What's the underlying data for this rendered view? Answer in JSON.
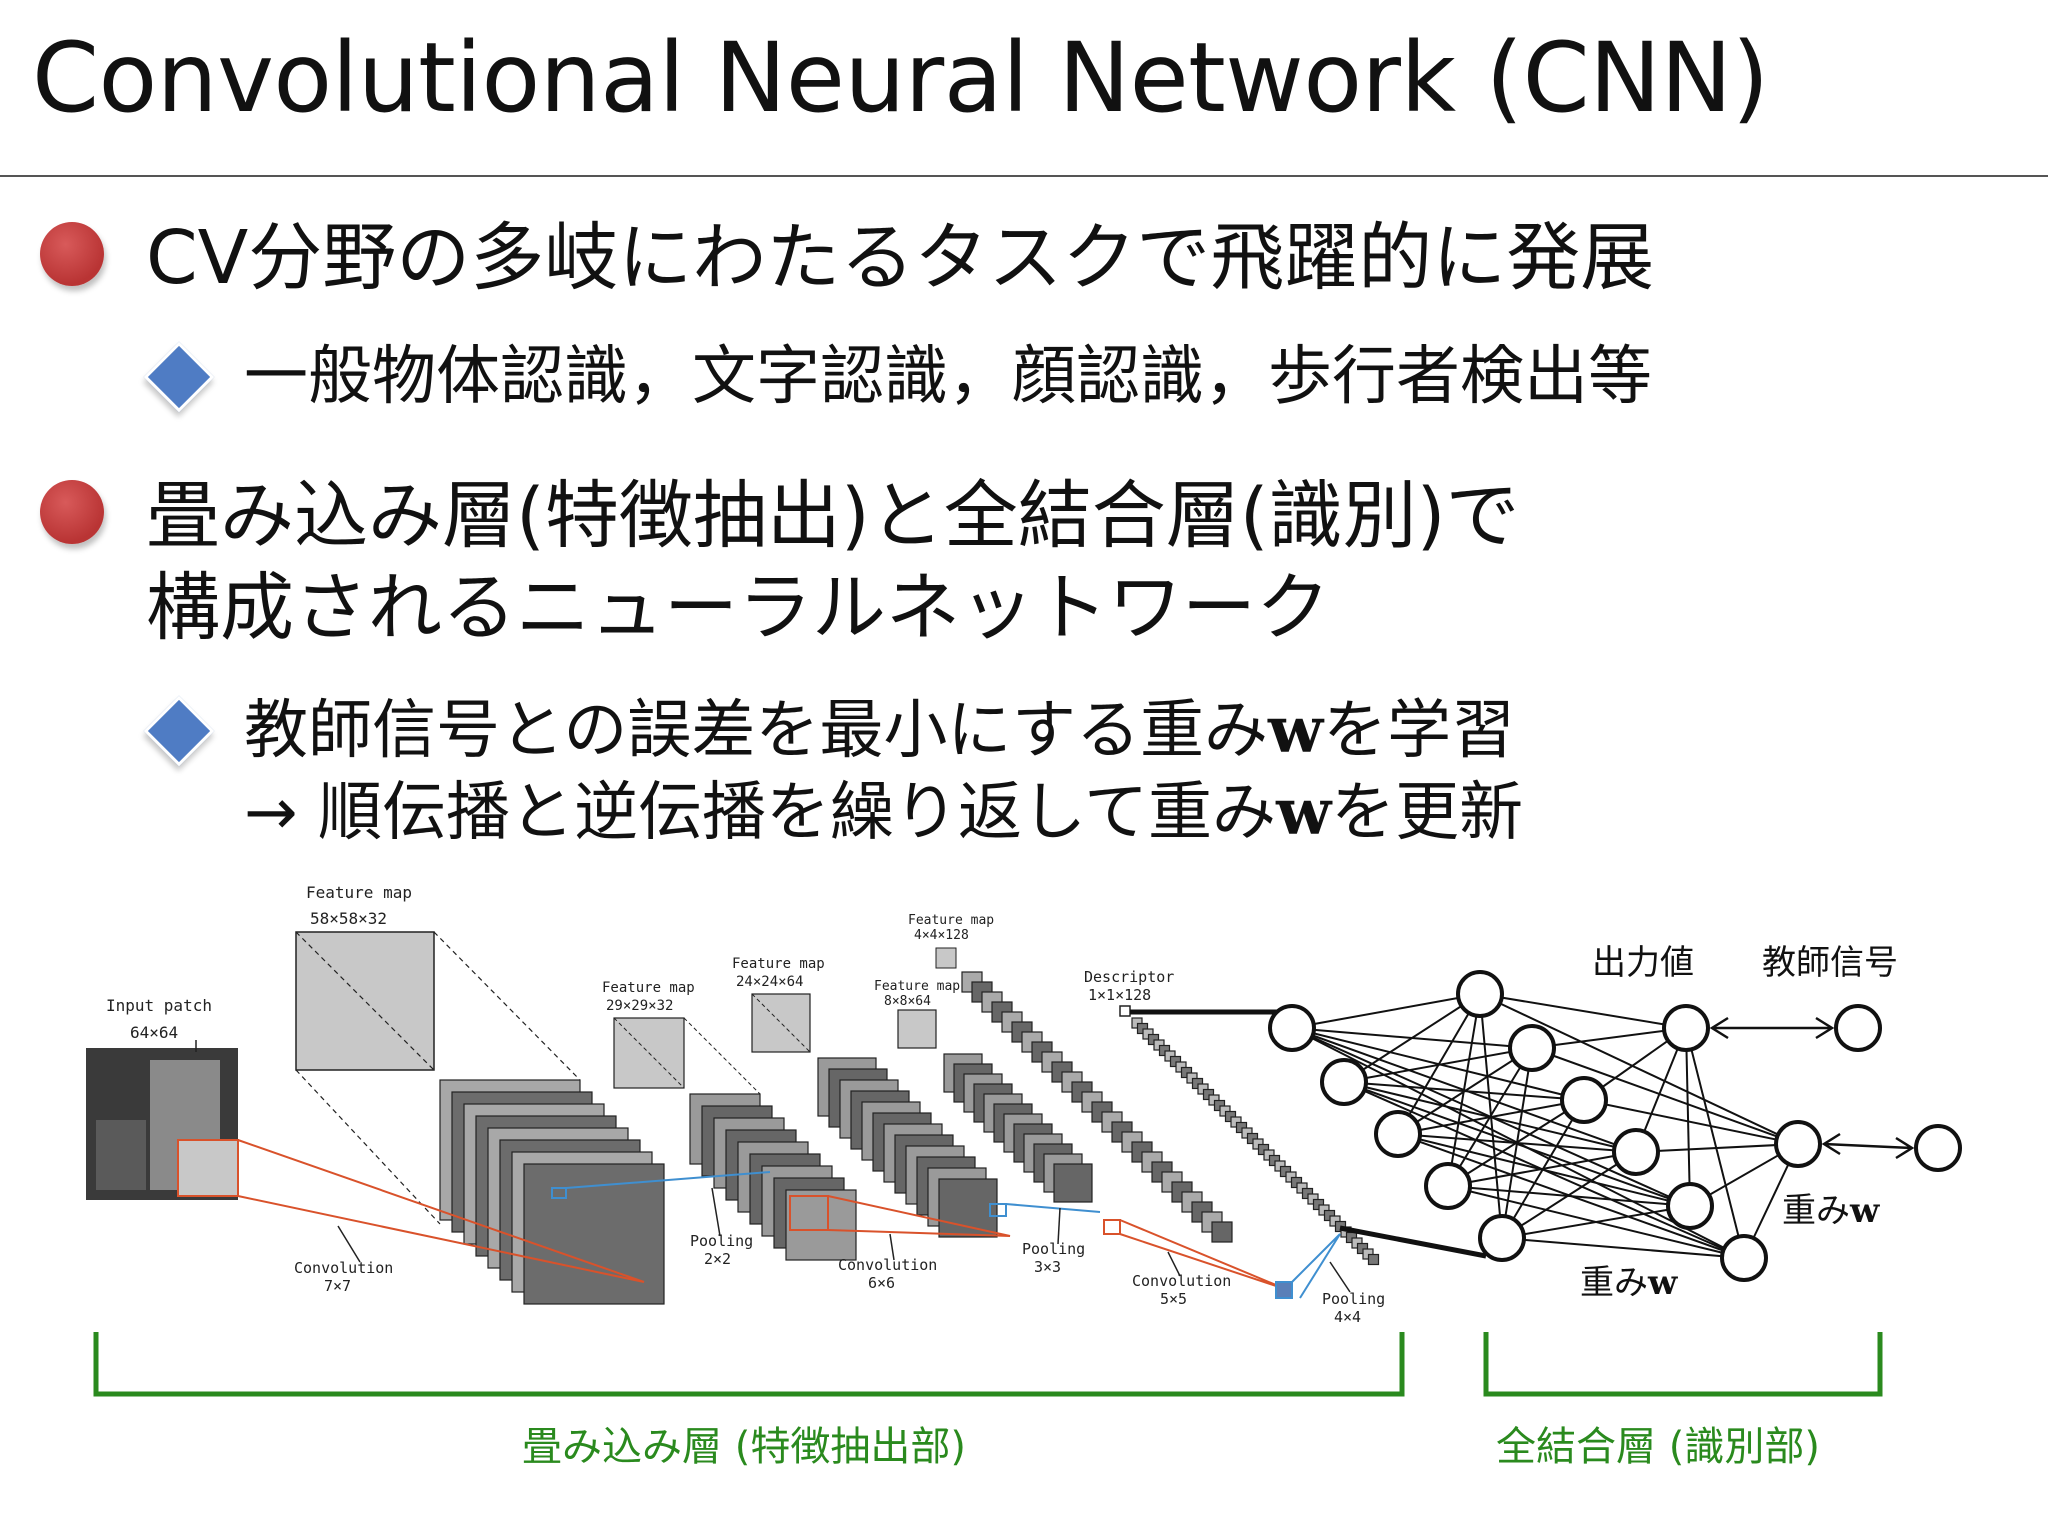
{
  "title": "Convolutional Neural Network (CNN)",
  "bullets": {
    "b1": "CV分野の多岐にわたるタスクで飛躍的に発展",
    "b1_sub": "一般物体認識，文字認識，顔認識，歩行者検出等",
    "b2_line1": "畳み込み層(特徴抽出)と全結合層(識別)で",
    "b2_line2": "構成されるニューラルネットワーク",
    "b2_sub_line1_pre": "教師信号との誤差を最小にする重み",
    "b2_sub_line1_w": "w",
    "b2_sub_line1_post": "を学習",
    "b2_sub_line2_pre": "→ 順伝播と逆伝播を繰り返して重み",
    "b2_sub_line2_w": "w",
    "b2_sub_line2_post": "を更新"
  },
  "diagram": {
    "input_label": "Input patch",
    "input_size": "64×64",
    "fm1_label": "Feature map",
    "fm1_size": "58×58×32",
    "fm2_label": "Feature map",
    "fm2_size": "29×29×32",
    "fm3_label": "Feature map",
    "fm3_size": "24×24×64",
    "fm4_label": "Feature map",
    "fm4_size": "8×8×64",
    "fm5_label": "Feature map",
    "fm5_size": "4×4×128",
    "desc_label": "Descriptor",
    "desc_size": "1×1×128",
    "conv1_label": "Convolution",
    "conv1_size": "7×7",
    "pool1_label": "Pooling",
    "pool1_size": "2×2",
    "conv2_label": "Convolution",
    "conv2_size": "6×6",
    "pool2_label": "Pooling",
    "pool2_size": "3×3",
    "conv3_label": "Convolution",
    "conv3_size": "5×5",
    "pool3_label": "Pooling",
    "pool3_size": "4×4",
    "output_label": "出力値",
    "teacher_label": "教師信号",
    "weight1_pre": "重み",
    "weight1_w": "w",
    "weight2_pre": "重み",
    "weight2_w": "w",
    "conv_section": "畳み込み層 (特徴抽出部)",
    "fc_section": "全結合層 (識別部)"
  },
  "colors": {
    "bullet_circle": "#c0393a",
    "bullet_diamond": "#4f7cc4",
    "bracket_green": "#2a8a1e",
    "conv_line": "#d9522b",
    "pool_line": "#3f8fd0"
  }
}
